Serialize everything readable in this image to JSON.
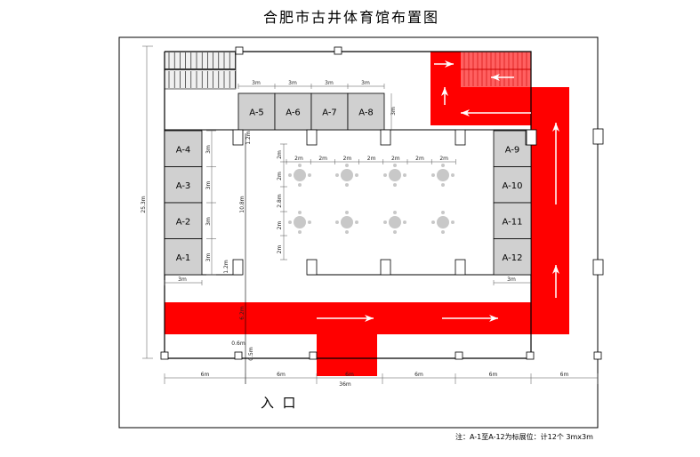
{
  "title": "合肥市古井体育馆布置图",
  "entrance": "入  口",
  "note": "注：A-1至A-12为标展位：计12个 3mx3m",
  "colors": {
    "route": "#ff0000",
    "stairs_route": "#ff6060",
    "booth": "#d0d0d0",
    "table": "#c8c8c8"
  },
  "booths_top": [
    "A-5",
    "A-6",
    "A-7",
    "A-8"
  ],
  "booths_left": [
    "A-4",
    "A-3",
    "A-2",
    "A-1"
  ],
  "booths_right": [
    "A-9",
    "A-10",
    "A-11",
    "A-12"
  ],
  "dims": {
    "booth_w": "3m",
    "height_total": "25.3m",
    "inner_height": "10.8m",
    "gap_top": "1.2m",
    "gap_bottom": "1.2m",
    "corridor": "6.2m",
    "column": "0.6m",
    "column_h": "0.5m",
    "table_h": [
      "2m",
      "2m",
      "2.8m",
      "2m",
      "2m"
    ],
    "table_w": [
      "2m",
      "2m",
      "2m",
      "2m",
      "2m",
      "2m",
      "2m"
    ],
    "bottom": [
      "6m",
      "6m",
      "6m",
      "6m",
      "6m",
      "6m"
    ],
    "total_width": "36m"
  },
  "tables": {
    "rows": 2,
    "cols": 4
  }
}
